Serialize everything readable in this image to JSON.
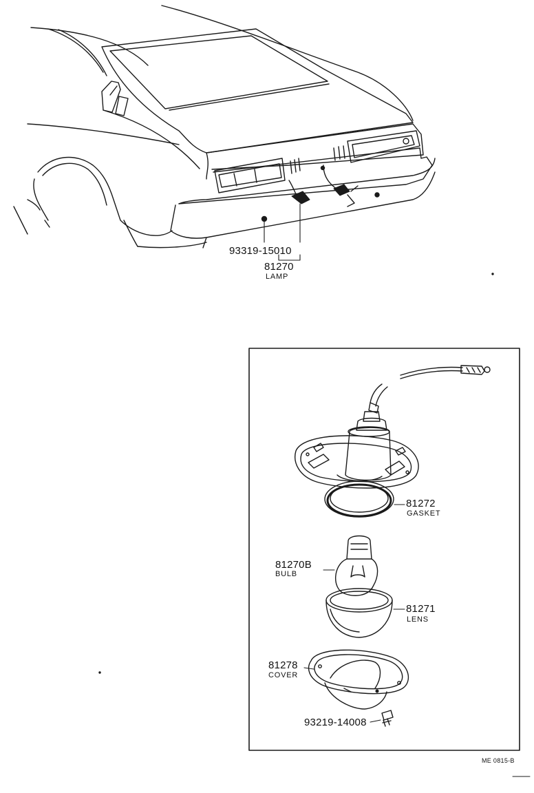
{
  "top_view": {
    "fastener_part_number": "93319-15010",
    "lamp_part_number": "81270",
    "lamp_name": "LAMP"
  },
  "detail_view": {
    "gasket": {
      "part_number": "81272",
      "name": "GASKET"
    },
    "bulb": {
      "part_number": "81270B",
      "name": "BULB"
    },
    "lens": {
      "part_number": "81271",
      "name": "LENS"
    },
    "cover": {
      "part_number": "81278",
      "name": "COVER"
    },
    "screw": {
      "part_number": "93219-14008"
    }
  },
  "figure_code": "ME 0815-B"
}
